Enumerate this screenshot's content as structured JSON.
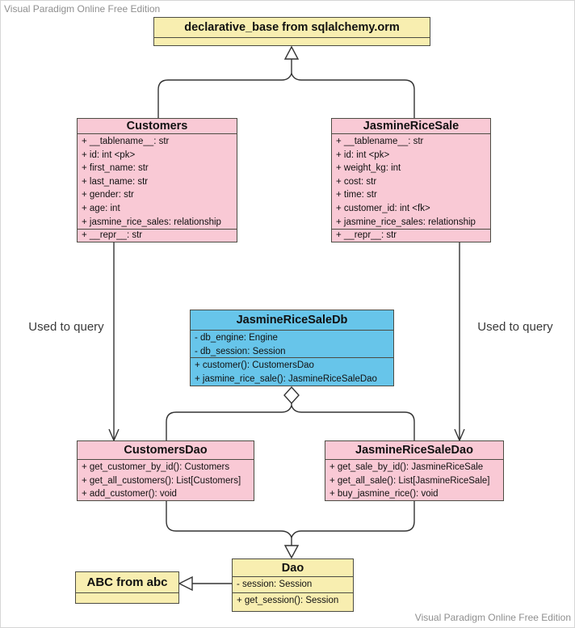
{
  "watermarks": {
    "top_left": "Visual Paradigm Online Free Edition",
    "bottom_right": "Visual Paradigm Online Free Edition"
  },
  "annotations": {
    "left_used_to_query": "Used to query",
    "right_used_to_query": "Used to query"
  },
  "colors": {
    "class_pink": "#f9c9d5",
    "class_blue": "#67c5ea",
    "class_yellow": "#f8eeb0",
    "border": "#4c4c43",
    "connector": "#333333",
    "watermark_gray": "#8f8f8f"
  },
  "classes": {
    "declarative_base": {
      "title": "declarative_base from sqlalchemy.orm",
      "attributes": []
    },
    "customers": {
      "title": "Customers",
      "attributes": [
        "+ __tablename__: str",
        "+ id: int <pk>",
        "+ first_name: str",
        "+ last_name: str",
        "+ gender: str",
        "+ age: int",
        "+ jasmine_rice_sales: relationship"
      ],
      "methods": [
        "+ __repr__: str"
      ]
    },
    "jasmine_rice_sale": {
      "title": "JasmineRiceSale",
      "attributes": [
        "+ __tablename__: str",
        "+ id: int <pk>",
        "+ weight_kg: int",
        "+ cost: str",
        "+ time: str",
        "+ customer_id: int <fk>",
        "+ jasmine_rice_sales: relationship"
      ],
      "methods": [
        "+ __repr__: str"
      ]
    },
    "jasmine_rice_sale_db": {
      "title": "JasmineRiceSaleDb",
      "attributes": [
        "- db_engine: Engine",
        "- db_session: Session"
      ],
      "methods": [
        "+ customer(): CustomersDao",
        "+ jasmine_rice_sale(): JasmineRiceSaleDao"
      ]
    },
    "customers_dao": {
      "title": "CustomersDao",
      "methods": [
        "+ get_customer_by_id(): Customers",
        "+ get_all_customers(): List[Customers]",
        "+ add_customer(): void"
      ]
    },
    "jasmine_rice_sale_dao": {
      "title": "JasmineRiceSaleDao",
      "methods": [
        "+ get_sale_by_id(): JasmineRiceSale",
        "+ get_all_sale(): List[JasmineRiceSale]",
        "+ buy_jasmine_rice(): void"
      ]
    },
    "dao": {
      "title": "Dao",
      "attributes": [
        "- session: Session"
      ],
      "methods": [
        "+ get_session(): Session"
      ]
    },
    "abc": {
      "title": "ABC from abc",
      "attributes": []
    }
  }
}
